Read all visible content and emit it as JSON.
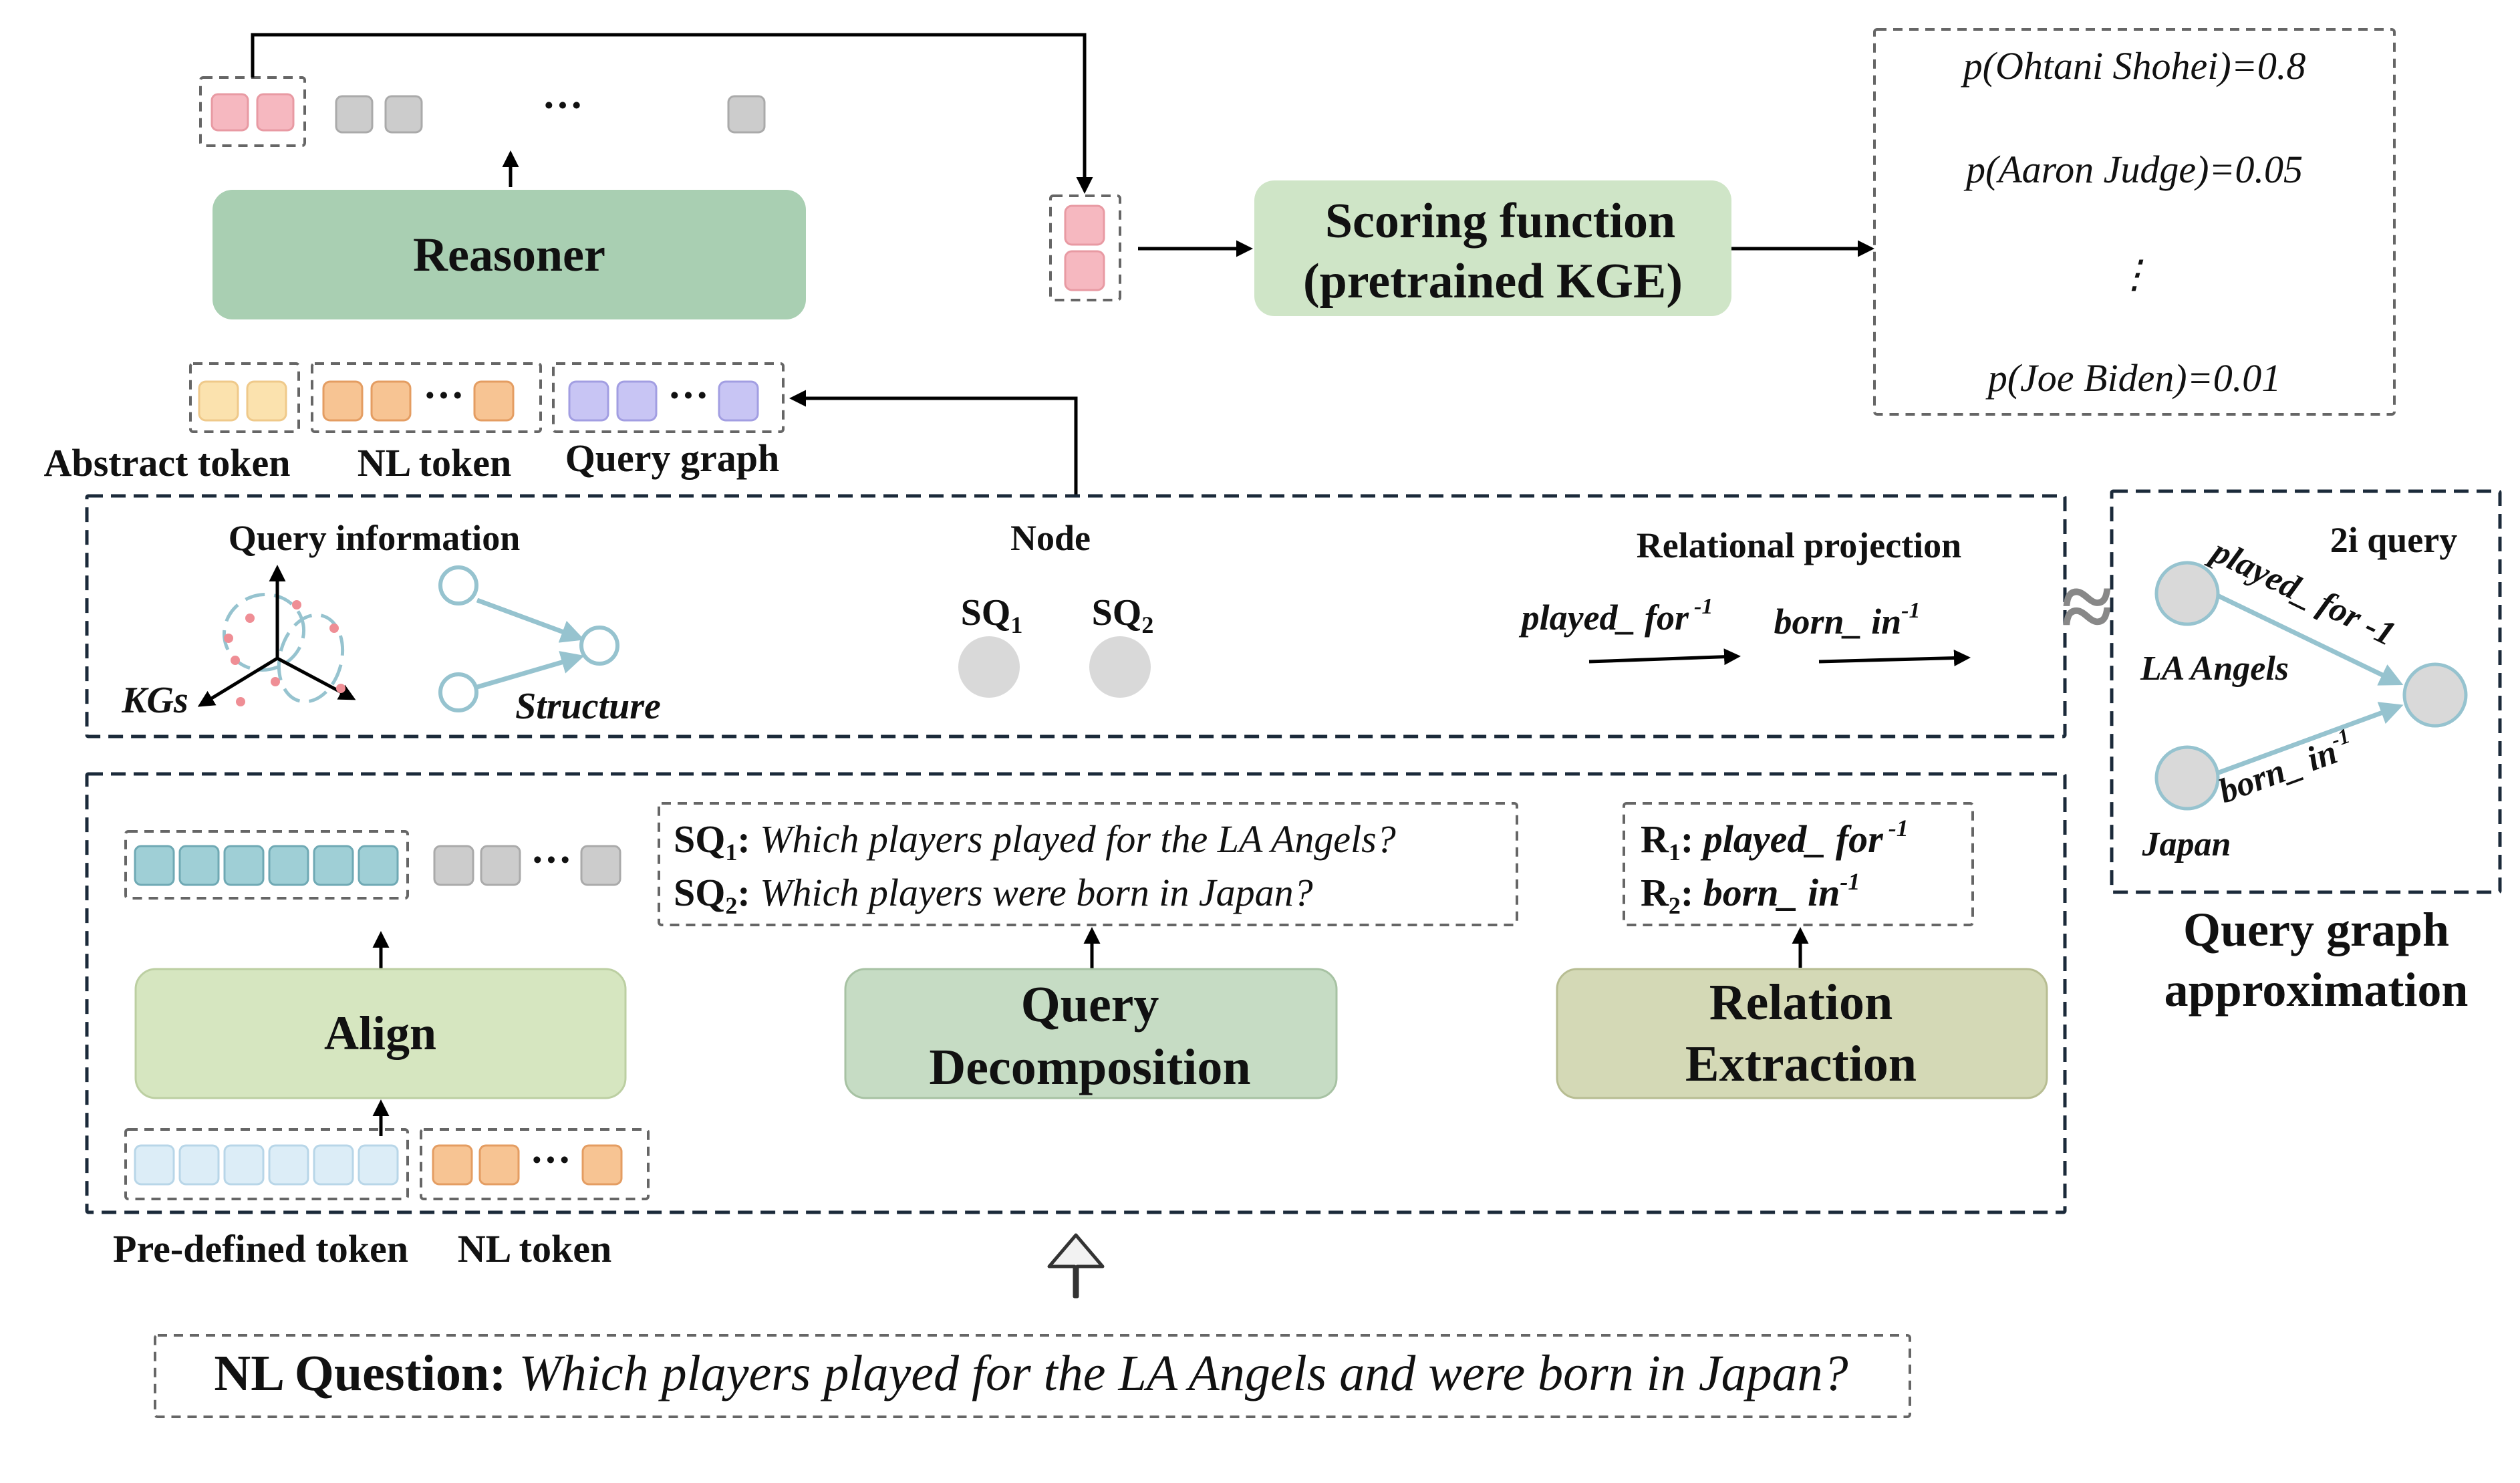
{
  "colors": {
    "reasoner": "#a9cfb2",
    "scoring": "#cfe5c7",
    "align": "#d6e6c0",
    "decomposition": "#c6dcc4",
    "relation": "#d4d9b6",
    "pink": "#f6b8c0",
    "gray": "#cccccc",
    "yellow": "#fbe2ae",
    "orange": "#f7c493",
    "purple": "#c8c5f4",
    "teal": "#9fcfd6",
    "lightblue": "#dcedf7",
    "edge": "#96c3cf",
    "node": "#d9d9d9",
    "red_dot": "#ef8e95"
  },
  "top": {
    "reasoner_label": "Reasoner",
    "ellipsis": "···",
    "scoring_line1": "Scoring function",
    "scoring_line2": "(pretrained KGE)",
    "probabilities": [
      "p(Ohtani Shohei)=0.8",
      "p(Aaron Judge)=0.05",
      "⋮",
      "p(Joe Biden)=0.01"
    ],
    "token_labels": {
      "abstract": "Abstract token",
      "nl": "NL token",
      "query_graph": "Query graph"
    }
  },
  "middle_panel": {
    "query_information": "Query information",
    "kgs": "KGs",
    "structure": "Structure",
    "node_title": "Node",
    "sq1": {
      "base": "SQ",
      "sub": "1"
    },
    "sq2": {
      "base": "SQ",
      "sub": "2"
    },
    "relational_projection": "Relational projection",
    "rel1": {
      "base": "played_ for",
      "sup": "-1"
    },
    "rel2": {
      "base": "born_ in",
      "sup": "-1"
    }
  },
  "bottom_panel": {
    "align_label": "Align",
    "decomposition_line1": "Query",
    "decomposition_line2": "Decomposition",
    "relation_line1": "Relation",
    "relation_line2": "Extraction",
    "sq1_text": "Which players played for the LA Angels?",
    "sq2_text": "Which players were born in Japan?",
    "r1": {
      "base": "R",
      "sub": "1",
      "value": "played_ for",
      "sup": "-1"
    },
    "r2": {
      "base": "R",
      "sub": "2",
      "value": "born_ in",
      "sup": "-1"
    },
    "predefined_token": "Pre-defined token",
    "nl_token": "NL token"
  },
  "query_graph": {
    "title": "2i query",
    "edge1": "played_ for -1",
    "edge2": "born_ in",
    "edge2_sup": "-1",
    "node1": "LA Angels",
    "node2": "Japan",
    "caption_line1": "Query graph",
    "caption_line2": "approximation",
    "approx_symbol": "≈"
  },
  "nl_question": {
    "label": "NL Question:",
    "text": "Which players played for the LA Angels and were born in Japan?"
  }
}
